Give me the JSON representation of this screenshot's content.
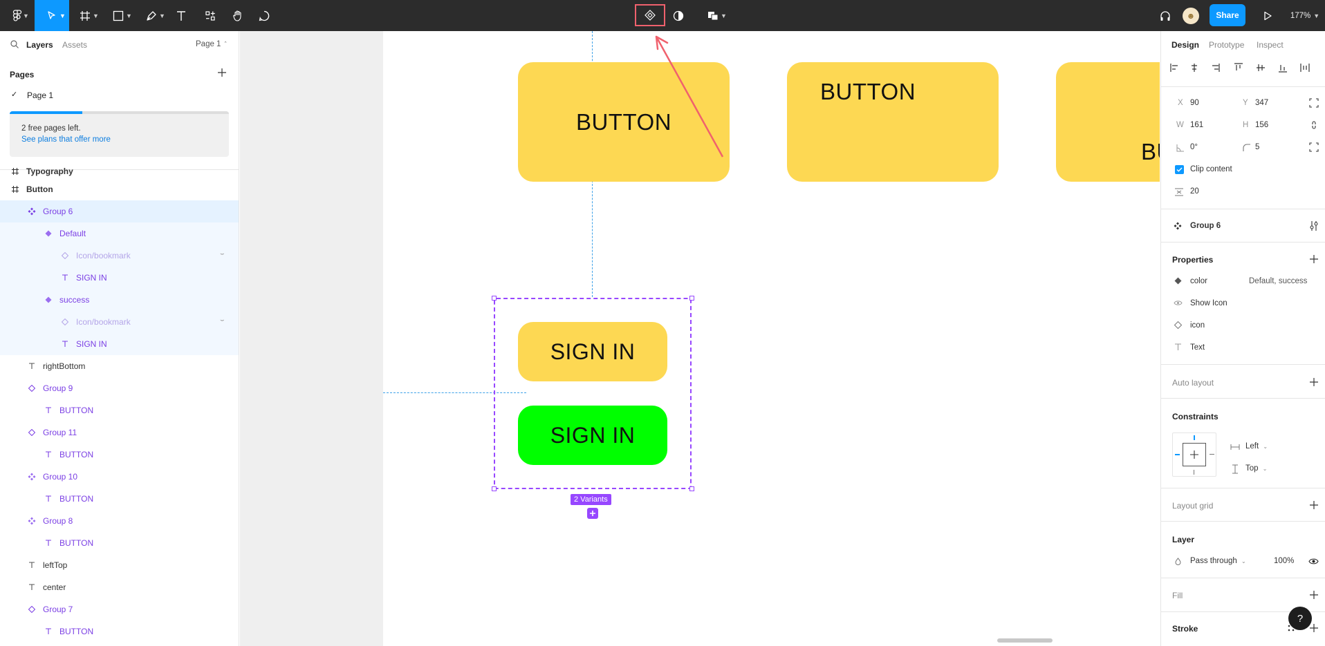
{
  "toolbar": {
    "share_label": "Share",
    "zoom": "177%"
  },
  "left_panel": {
    "tabs": {
      "layers": "Layers",
      "assets": "Assets"
    },
    "page_selector": "Page 1",
    "pages_title": "Pages",
    "pages": [
      {
        "label": "Page 1",
        "checked": true
      }
    ],
    "banner": {
      "text": "2 free pages left.",
      "link": "See plans that offer more",
      "progress": 0.33
    },
    "layers": [
      {
        "label": "Typography",
        "type": "frame"
      },
      {
        "label": "Button",
        "type": "frame"
      },
      {
        "label": "Group 6",
        "type": "component-set"
      },
      {
        "label": "Default",
        "type": "variant"
      },
      {
        "label": "Icon/bookmark",
        "type": "instance-hidden"
      },
      {
        "label": "SIGN IN",
        "type": "text"
      },
      {
        "label": "success",
        "type": "variant"
      },
      {
        "label": "Icon/bookmark",
        "type": "instance-hidden"
      },
      {
        "label": "SIGN IN",
        "type": "text"
      },
      {
        "label": "rightBottom",
        "type": "text"
      },
      {
        "label": "Group 9",
        "type": "instance"
      },
      {
        "label": "BUTTON",
        "type": "text"
      },
      {
        "label": "Group 11",
        "type": "instance"
      },
      {
        "label": "BUTTON",
        "type": "text"
      },
      {
        "label": "Group 10",
        "type": "component-set"
      },
      {
        "label": "BUTTON",
        "type": "text"
      },
      {
        "label": "Group 8",
        "type": "component-set"
      },
      {
        "label": "BUTTON",
        "type": "text"
      },
      {
        "label": "leftTop",
        "type": "text"
      },
      {
        "label": "center",
        "type": "text"
      },
      {
        "label": "Group 7",
        "type": "instance"
      },
      {
        "label": "BUTTON",
        "type": "text"
      }
    ]
  },
  "canvas": {
    "buttons": [
      "BUTTON",
      "BUTTON",
      "BU"
    ],
    "variants": [
      "SIGN IN",
      "SIGN IN"
    ],
    "variants_badge": "2 Variants",
    "colors": {
      "yellow": "#fdd853",
      "green": "#00ff00",
      "selection": "#9747ff",
      "arrow": "#f0616d"
    }
  },
  "right_panel": {
    "tabs": {
      "design": "Design",
      "prototype": "Prototype",
      "inspect": "Inspect"
    },
    "x_label": "X",
    "x": "90",
    "y_label": "Y",
    "y": "347",
    "w_label": "W",
    "w": "161",
    "h_label": "H",
    "h": "156",
    "rotation": "0°",
    "radius": "5",
    "clip_content": "Clip content",
    "spacing": "20",
    "selection_name": "Group 6",
    "properties_title": "Properties",
    "properties": [
      {
        "name": "color",
        "value": "Default, success",
        "icon": "variant-diamond-icon"
      },
      {
        "name": "Show Icon",
        "value": "",
        "icon": "eye-icon"
      },
      {
        "name": "icon",
        "value": "",
        "icon": "instance-diamond-icon"
      },
      {
        "name": "Text",
        "value": "",
        "icon": "text-icon"
      }
    ],
    "auto_layout": "Auto layout",
    "constraints_title": "Constraints",
    "constraint_h": "Left",
    "constraint_v": "Top",
    "layout_grid": "Layout grid",
    "layer_title": "Layer",
    "blend": "Pass through",
    "opacity": "100%",
    "fill": "Fill",
    "stroke": "Stroke"
  }
}
